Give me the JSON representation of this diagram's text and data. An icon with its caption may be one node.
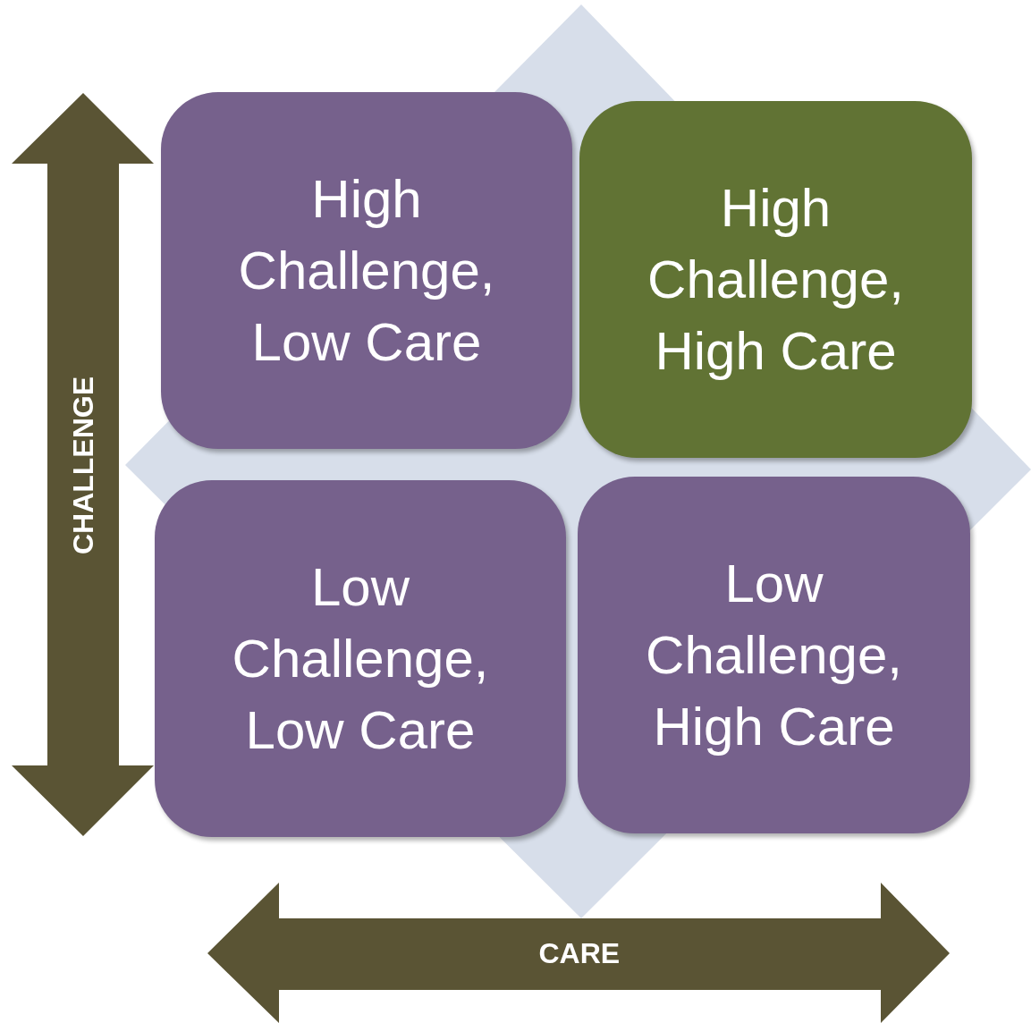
{
  "diagram": {
    "nodes": [
      {
        "text": [
          "High Challenge, Low Care"
        ]
      },
      {
        "text": [
          "High Challenge, High Care"
        ]
      },
      {
        "text": [
          "Low Challenge, Low Care"
        ]
      },
      {
        "text": [
          "Low Challenge, High Care"
        ]
      }
    ],
    "labels": [
      "CHALLENGE",
      "CARE"
    ]
  }
}
